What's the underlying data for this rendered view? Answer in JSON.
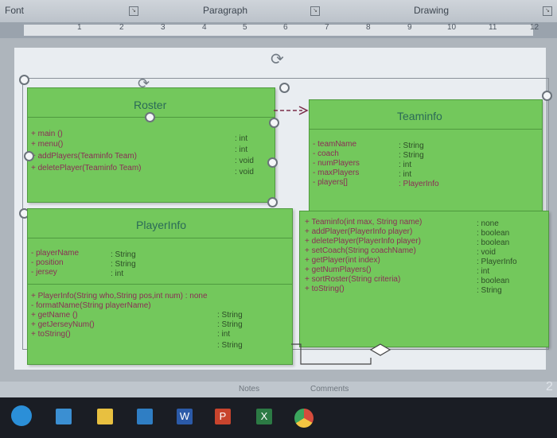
{
  "ribbon": {
    "group_font": "Font",
    "group_paragraph": "Paragraph",
    "group_drawing": "Drawing"
  },
  "ruler": {
    "numbers": [
      "1",
      "2",
      "3",
      "4",
      "5",
      "6",
      "7",
      "8",
      "9",
      "10",
      "11",
      "12"
    ]
  },
  "roster": {
    "title": "Roster",
    "methods": [
      "+ main ()",
      "+ menu()",
      "+ addPlayers(Teaminfo Team)",
      "+ deletePlayer(Teaminfo Team)"
    ],
    "types": [
      ": int",
      ": int",
      ": void",
      ": void"
    ]
  },
  "teaminfo": {
    "title": "Teaminfo",
    "fields": [
      "- teamName",
      "- coach",
      "- numPlayers",
      "- maxPlayers",
      "- players[]"
    ],
    "field_types": [
      ": String",
      ": String",
      ": int",
      ": int",
      ": PlayerInfo"
    ],
    "methods": [
      "+ Teaminfo(int max, String name)",
      "+ addPlayer(PlayerInfo player)",
      "+ deletePlayer(PlayerInfo player)",
      "+ setCoach(String coachName)",
      "+ getPlayer(int index)",
      "+ getNumPlayers()",
      "+ sortRoster(String criteria)",
      "+ toString()"
    ],
    "method_types": [
      ": none",
      ": boolean",
      ": boolean",
      ": void",
      ": PlayerInfo",
      ": int",
      ": boolean",
      ": String"
    ]
  },
  "playerinfo": {
    "title": "PlayerInfo",
    "fields": [
      "- playerName",
      "- position",
      "- jersey"
    ],
    "field_types": [
      ": String",
      ": String",
      ": int"
    ],
    "methods": [
      "+ PlayerInfo(String who,String pos,int num) : none",
      "- formatName(String playerName)",
      "+ getName ()",
      "+ getJerseyNum()",
      "+ toString()"
    ],
    "method_types": [
      ": String",
      ": String",
      ": int",
      ": String"
    ]
  },
  "status": {
    "notes": "Notes",
    "comments": "Comments",
    "slide_num": "2"
  },
  "taskbar": {
    "icons": [
      "windows-start-icon",
      "file-explorer-icon",
      "store-icon",
      "mail-icon",
      "word-icon",
      "powerpoint-icon",
      "excel-icon",
      "chrome-icon"
    ],
    "word_label": "W",
    "ppt_label": "P",
    "excel_label": "X"
  },
  "colors": {
    "uml_green": "#73c85c",
    "uml_border": "#4f9a3f",
    "accent_magenta": "#8b2e56"
  }
}
